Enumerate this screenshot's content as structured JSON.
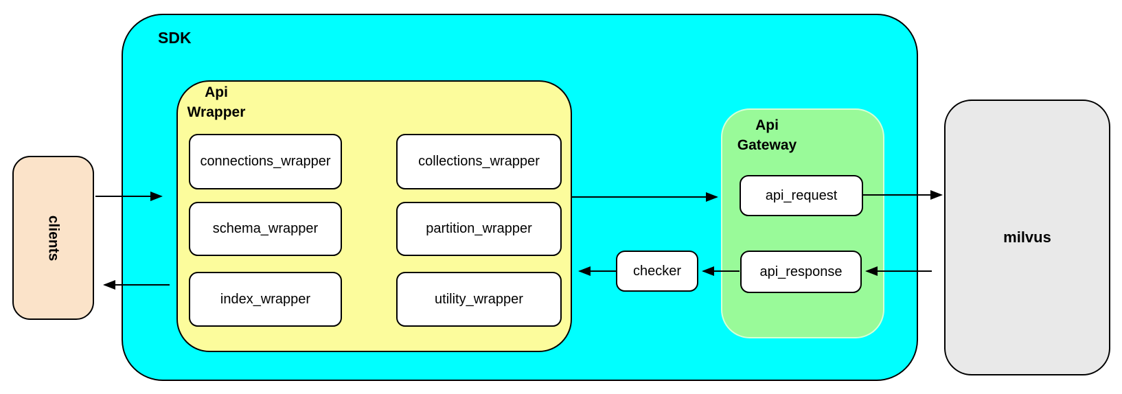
{
  "nodes": {
    "clients": {
      "label": "clients"
    },
    "sdk": {
      "label": "SDK"
    },
    "api_wrapper": {
      "label": [
        "Api",
        "Wrapper"
      ],
      "boxes": [
        {
          "label": "connections_wrapper"
        },
        {
          "label": "collections_wrapper"
        },
        {
          "label": "schema_wrapper"
        },
        {
          "label": "partition_wrapper"
        },
        {
          "label": "index_wrapper"
        },
        {
          "label": "utility_wrapper"
        }
      ]
    },
    "checker": {
      "label": "checker"
    },
    "api_gateway": {
      "label": [
        "Api",
        "Gateway"
      ],
      "boxes": [
        {
          "label": "api_request"
        },
        {
          "label": "api_response"
        }
      ]
    },
    "milvus": {
      "label": "milvus"
    }
  },
  "colors": {
    "sdk_fill": "#00FFFF",
    "api_wrapper_fill": "#FCFC9C",
    "api_gateway_fill": "#99FA99",
    "clients_fill": "#FBE3C9",
    "milvus_fill": "#E9E9E9",
    "box_fill": "#FFFFFF",
    "stroke": "#000000"
  }
}
